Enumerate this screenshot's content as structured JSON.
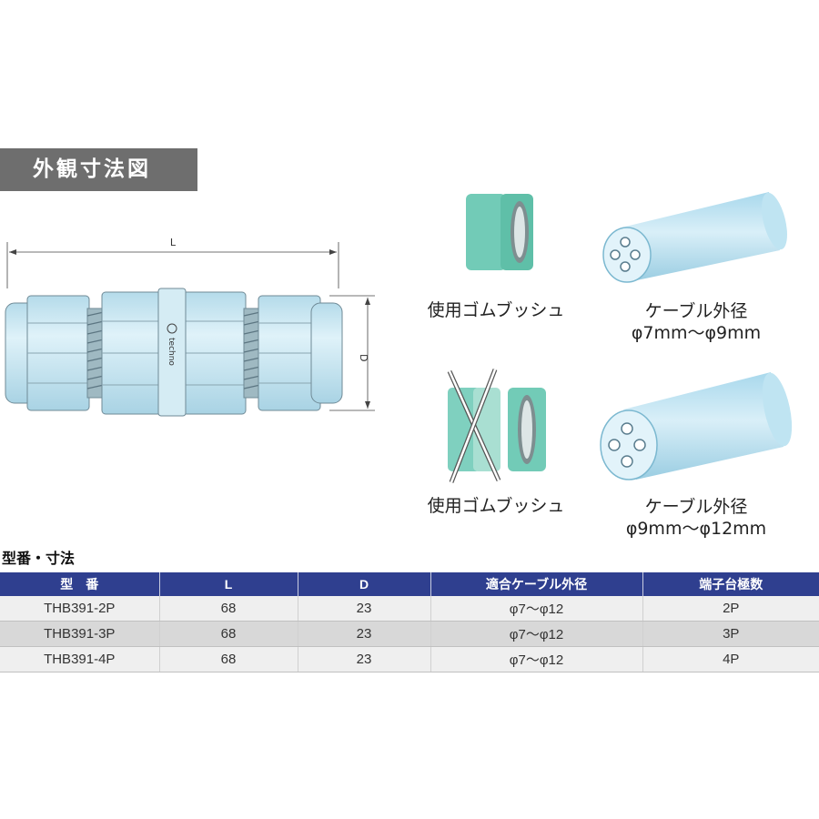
{
  "section_title": "外観寸法図",
  "drawing": {
    "dim_length_label": "L",
    "dim_diameter_label": "D",
    "logo_text": "techno"
  },
  "bushing_small": {
    "caption": "使用ゴムブッシュ"
  },
  "cable_small": {
    "caption_line1": "ケーブル外径",
    "caption_line2": "φ7mm～φ9mm"
  },
  "bushing_large": {
    "caption": "使用ゴムブッシュ"
  },
  "cable_large": {
    "caption_line1": "ケーブル外径",
    "caption_line2": "φ9mm～φ12mm"
  },
  "spec": {
    "title": "型番・寸法",
    "headers": [
      "型　番",
      "L",
      "D",
      "適合ケーブル外径",
      "端子台極数"
    ],
    "rows": [
      [
        "THB391-2P",
        "68",
        "23",
        "φ7～φ12",
        "2P"
      ],
      [
        "THB391-3P",
        "68",
        "23",
        "φ7～φ12",
        "3P"
      ],
      [
        "THB391-4P",
        "68",
        "23",
        "φ7～φ12",
        "4P"
      ]
    ]
  },
  "colors": {
    "header_bg": "#6e6e6e",
    "table_header_bg": "#2f3f8f",
    "part_fill": "#c6e6f2",
    "bushing_fill": "#7fd0bf"
  }
}
